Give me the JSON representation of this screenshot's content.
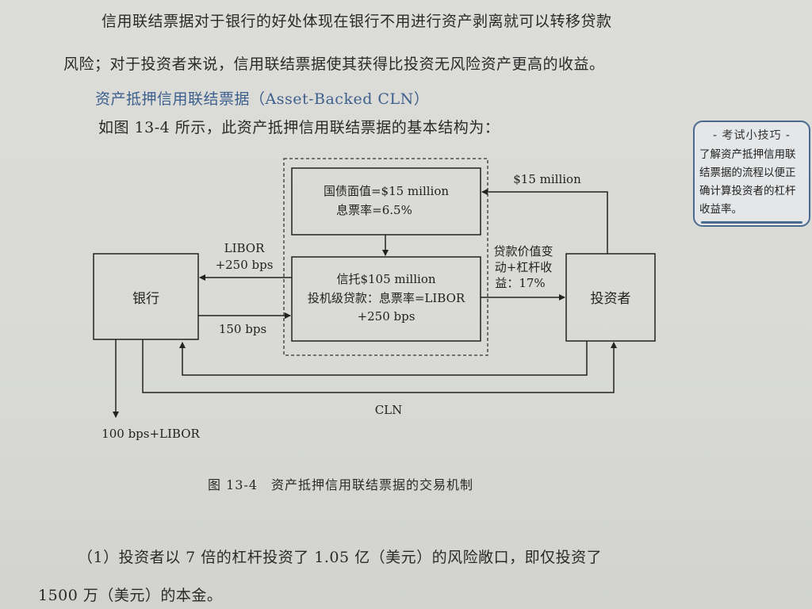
{
  "text": {
    "para1_line1": "信用联结票据对于银行的好处体现在银行不用进行资产剥离就可以转移贷款",
    "para1_line2": "风险；对于投资者来说，信用联结票据使其获得比投资无风险资产更高的收益。",
    "heading": "资产抵押信用联结票据（Asset-Backed CLN）",
    "para2": "如图 13-4 所示，此资产抵押信用联结票据的基本结构为：",
    "para3_line1": "（1）投资者以 7 倍的杠杆投资了 1.05 亿（美元）的风险敞口，即仅投资了",
    "para3_line2": "1500 万（美元）的本金。"
  },
  "tip": {
    "title": "- 考试小技巧 -",
    "body": "了解资产抵押信用联\n结票据的流程以便正\n确计算投资者的杠杆\n收益率。"
  },
  "diagram": {
    "treasury_line1": "国债面值=$15 million",
    "treasury_line2": "息票率=6.5%",
    "trust_line1": "信托$105 million",
    "trust_line2": "投机级贷款：息票率=LIBOR",
    "trust_line3": "+250 bps",
    "bank_label": "银行",
    "investor_label": "投资者",
    "libor_label_line1": "LIBOR",
    "libor_label_line2": "+250 bps",
    "bps150_label": "150 bps",
    "million15_label": "$15 million",
    "return_line1": "贷款价值变",
    "return_line2": "动+杠杆收",
    "return_line3": "益：17%",
    "cln_label": "CLN",
    "bottom_left_label": "100 bps+LIBOR"
  },
  "caption": "图 13-4　资产抵押信用联结票据的交易机制"
}
